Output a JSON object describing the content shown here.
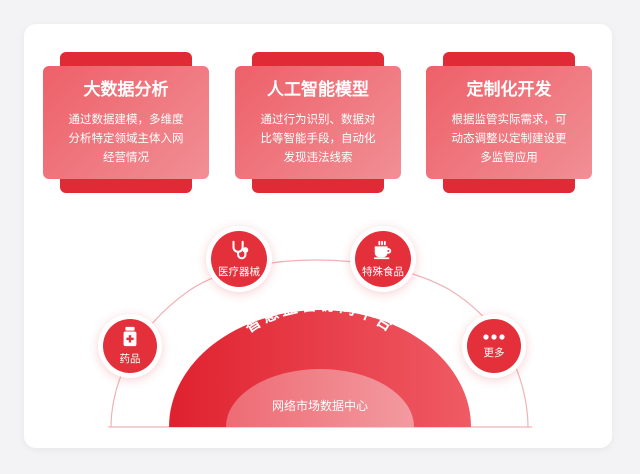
{
  "features": [
    {
      "title": "大数据分析",
      "lines": [
        "通过数据建模，多维度",
        "分析特定领域主体入网",
        "经营情况"
      ]
    },
    {
      "title": "人工智能模型",
      "lines": [
        "通过行为识别、数据对",
        "比等智能手段，自动化",
        "发现违法线索"
      ]
    },
    {
      "title": "定制化开发",
      "lines": [
        "根据监管实际需求，可",
        "动态调整以定制建设更",
        "多监管应用"
      ]
    }
  ],
  "nodes": [
    {
      "label": "医疗器械",
      "icon": "stethoscope-icon"
    },
    {
      "label": "特殊食品",
      "icon": "coffee-cup-icon"
    },
    {
      "label": "药品",
      "icon": "medicine-bottle-icon"
    },
    {
      "label": "更多",
      "icon": "more-dots-icon"
    }
  ],
  "platform": {
    "title": "智慧监管协同平台",
    "center": "网络市场数据中心"
  },
  "colors": {
    "primary": "#e4303b",
    "light": "#f18f95"
  }
}
